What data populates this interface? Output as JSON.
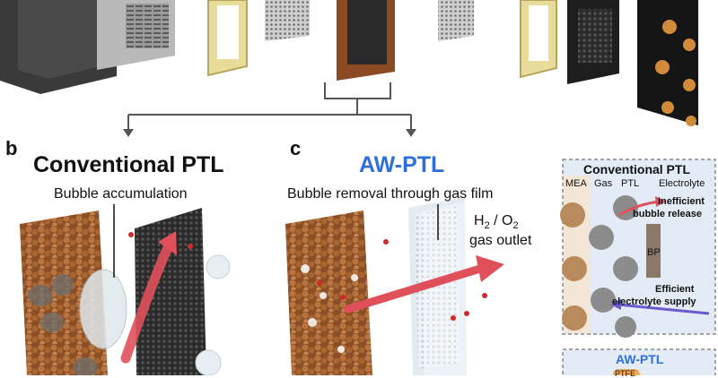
{
  "panel_b": {
    "letter": "b",
    "title": "Conventional PTL",
    "caption": "Bubble accumulation"
  },
  "panel_c": {
    "letter": "c",
    "title": "AW-PTL",
    "caption": "Bubble removal through gas film",
    "gas_outlet_h": "H",
    "gas_outlet_h_sub": "2",
    "gas_outlet_sep": " / O",
    "gas_outlet_o_sub": "2",
    "gas_outlet_line2": "gas outlet"
  },
  "inset_conventional": {
    "title": "Conventional PTL",
    "labels": {
      "mea": "MEA",
      "gas": "Gas",
      "ptl": "PTL",
      "electrolyte": "Electrolyte",
      "bp": "BP"
    },
    "note_release_1": "Inefficient",
    "note_release_2": "bubble release",
    "note_supply_1": "Efficient",
    "note_supply_2": "electrolyte supply"
  },
  "inset_aw": {
    "title": "AW-PTL",
    "label_ptfe": "PTFE"
  },
  "colors": {
    "aw_blue": "#2f6fd8",
    "ptl_brown": "#a8643a",
    "arrow_red": "#e0505a",
    "arrow_purple": "#6a5acd",
    "inset_bg": "#e3ecf6"
  }
}
